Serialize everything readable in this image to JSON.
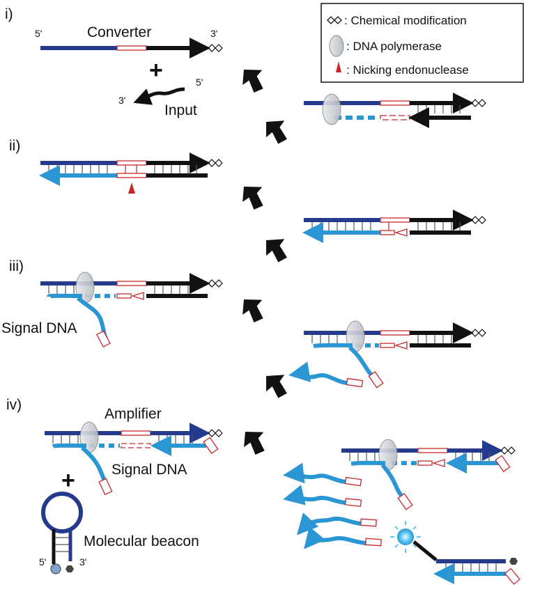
{
  "colors": {
    "dark_blue": "#243a8c",
    "light_blue": "#2b96d4",
    "black": "#111111",
    "red": "#c8262d",
    "polymerase_fill": "#c9ccd1",
    "glow": "#5ec8ee"
  },
  "legend": {
    "items": [
      {
        "icon": "diamond-pair-icon",
        "label": ": Chemical modification"
      },
      {
        "icon": "ellipse-icon",
        "label": ": DNA polymerase"
      },
      {
        "icon": "red-triangle-icon",
        "label": ": Nicking endonuclease"
      }
    ]
  },
  "panels": {
    "i": {
      "tag": "i)",
      "title": "Converter",
      "five_prime": "5'",
      "three_prime": "3'",
      "plus": "+",
      "input_label": "Input",
      "input_three": "3'",
      "input_five": "5'"
    },
    "ii": {
      "tag": "ii)"
    },
    "iii": {
      "tag": "iii)",
      "signal_label": "Signal DNA"
    },
    "iv": {
      "tag": "iv)",
      "amplifier_label": "Amplifier",
      "signal_label": "Signal DNA",
      "plus": "+",
      "beacon_label": "Molecular beacon",
      "five_prime": "5'",
      "three_prime": "3'"
    }
  }
}
